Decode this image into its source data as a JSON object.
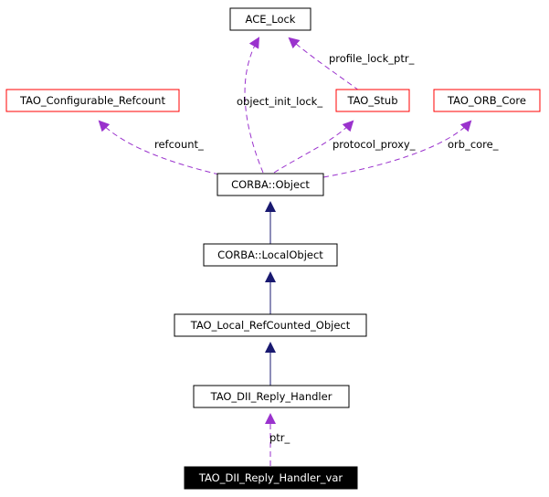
{
  "nodes": {
    "ace_lock": {
      "label": "ACE_Lock"
    },
    "tao_configurable_refcount": {
      "label": "TAO_Configurable_Refcount"
    },
    "tao_stub": {
      "label": "TAO_Stub"
    },
    "tao_orb_core": {
      "label": "TAO_ORB_Core"
    },
    "corba_object": {
      "label": "CORBA::Object"
    },
    "corba_localobject": {
      "label": "CORBA::LocalObject"
    },
    "tao_local_refcounted_object": {
      "label": "TAO_Local_RefCounted_Object"
    },
    "tao_dii_reply_handler": {
      "label": "TAO_DII_Reply_Handler"
    },
    "tao_dii_reply_handler_var": {
      "label": "TAO_DII_Reply_Handler_var"
    }
  },
  "edges": {
    "profile_lock_ptr": {
      "label": "profile_lock_ptr_"
    },
    "object_init_lock": {
      "label": "object_init_lock_"
    },
    "refcount": {
      "label": "refcount_"
    },
    "protocol_proxy": {
      "label": "protocol_proxy_"
    },
    "orb_core": {
      "label": "orb_core_"
    },
    "ptr": {
      "label": "ptr_"
    }
  },
  "colors": {
    "inheritance": "#191970",
    "usage": "#9a32cd",
    "undocumented_border": "#ff0000",
    "documented_border": "#000000",
    "focus_fill": "#000000"
  }
}
